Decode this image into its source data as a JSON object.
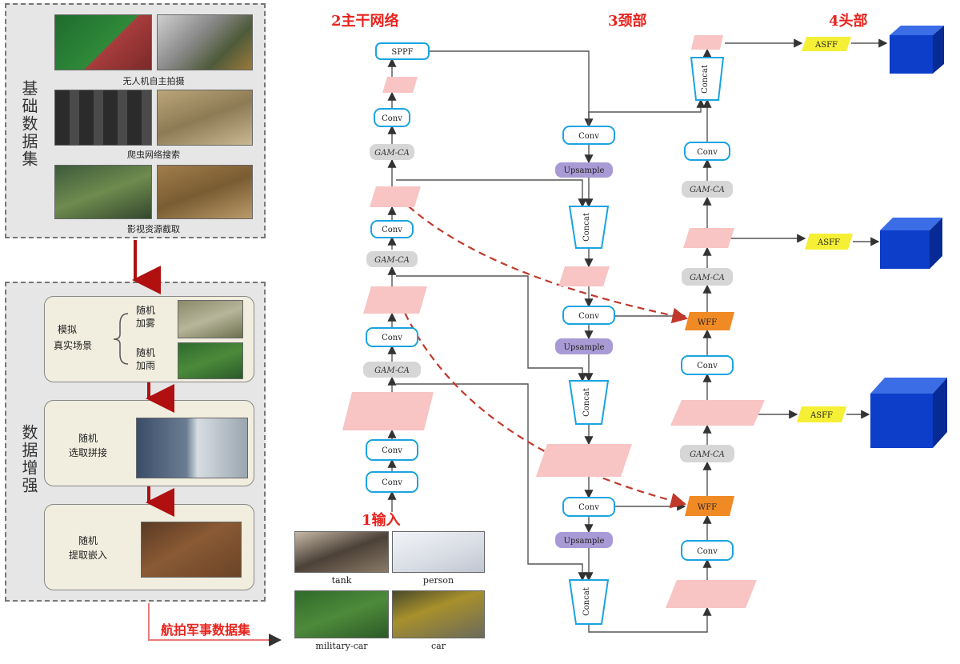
{
  "base_dataset": {
    "title": "基础数据集",
    "sources": [
      "无人机自主拍摄",
      "爬虫网络搜索",
      "影视资源截取"
    ]
  },
  "augmentation": {
    "title": "数据增强",
    "simulate": [
      "模拟",
      "真实场景"
    ],
    "fog": [
      "随机",
      "加雾"
    ],
    "rain": [
      "随机",
      "加雨"
    ],
    "mosaic": [
      "随机",
      "选取拼接"
    ],
    "embed": [
      "随机",
      "提取嵌入"
    ]
  },
  "military_dataset": {
    "title": "航拍军事数据集",
    "classes": [
      "tank",
      "person",
      "military-car",
      "car"
    ]
  },
  "sections": {
    "input": "1输入",
    "backbone": "2主干网络",
    "neck": "3颈部",
    "head": "4头部"
  },
  "modules": {
    "sppf": "SPPF",
    "conv": "Conv",
    "gam": "GAM-CA",
    "upsample": "Upsample",
    "concat": "Concat",
    "wff": "WFF",
    "asff": "ASFF"
  },
  "colors": {
    "red_label": "#e8231d",
    "conv_border": "#1aa3e0",
    "feature_map": "#f8c4c4",
    "upsample": "#a89ad4",
    "gam": "#d6d6d6",
    "wff": "#f08a24",
    "asff": "#f5ef35",
    "cube": "#0c3ec9",
    "dashed_arrow": "#c0392b",
    "dark_arrow": "#b01010"
  }
}
